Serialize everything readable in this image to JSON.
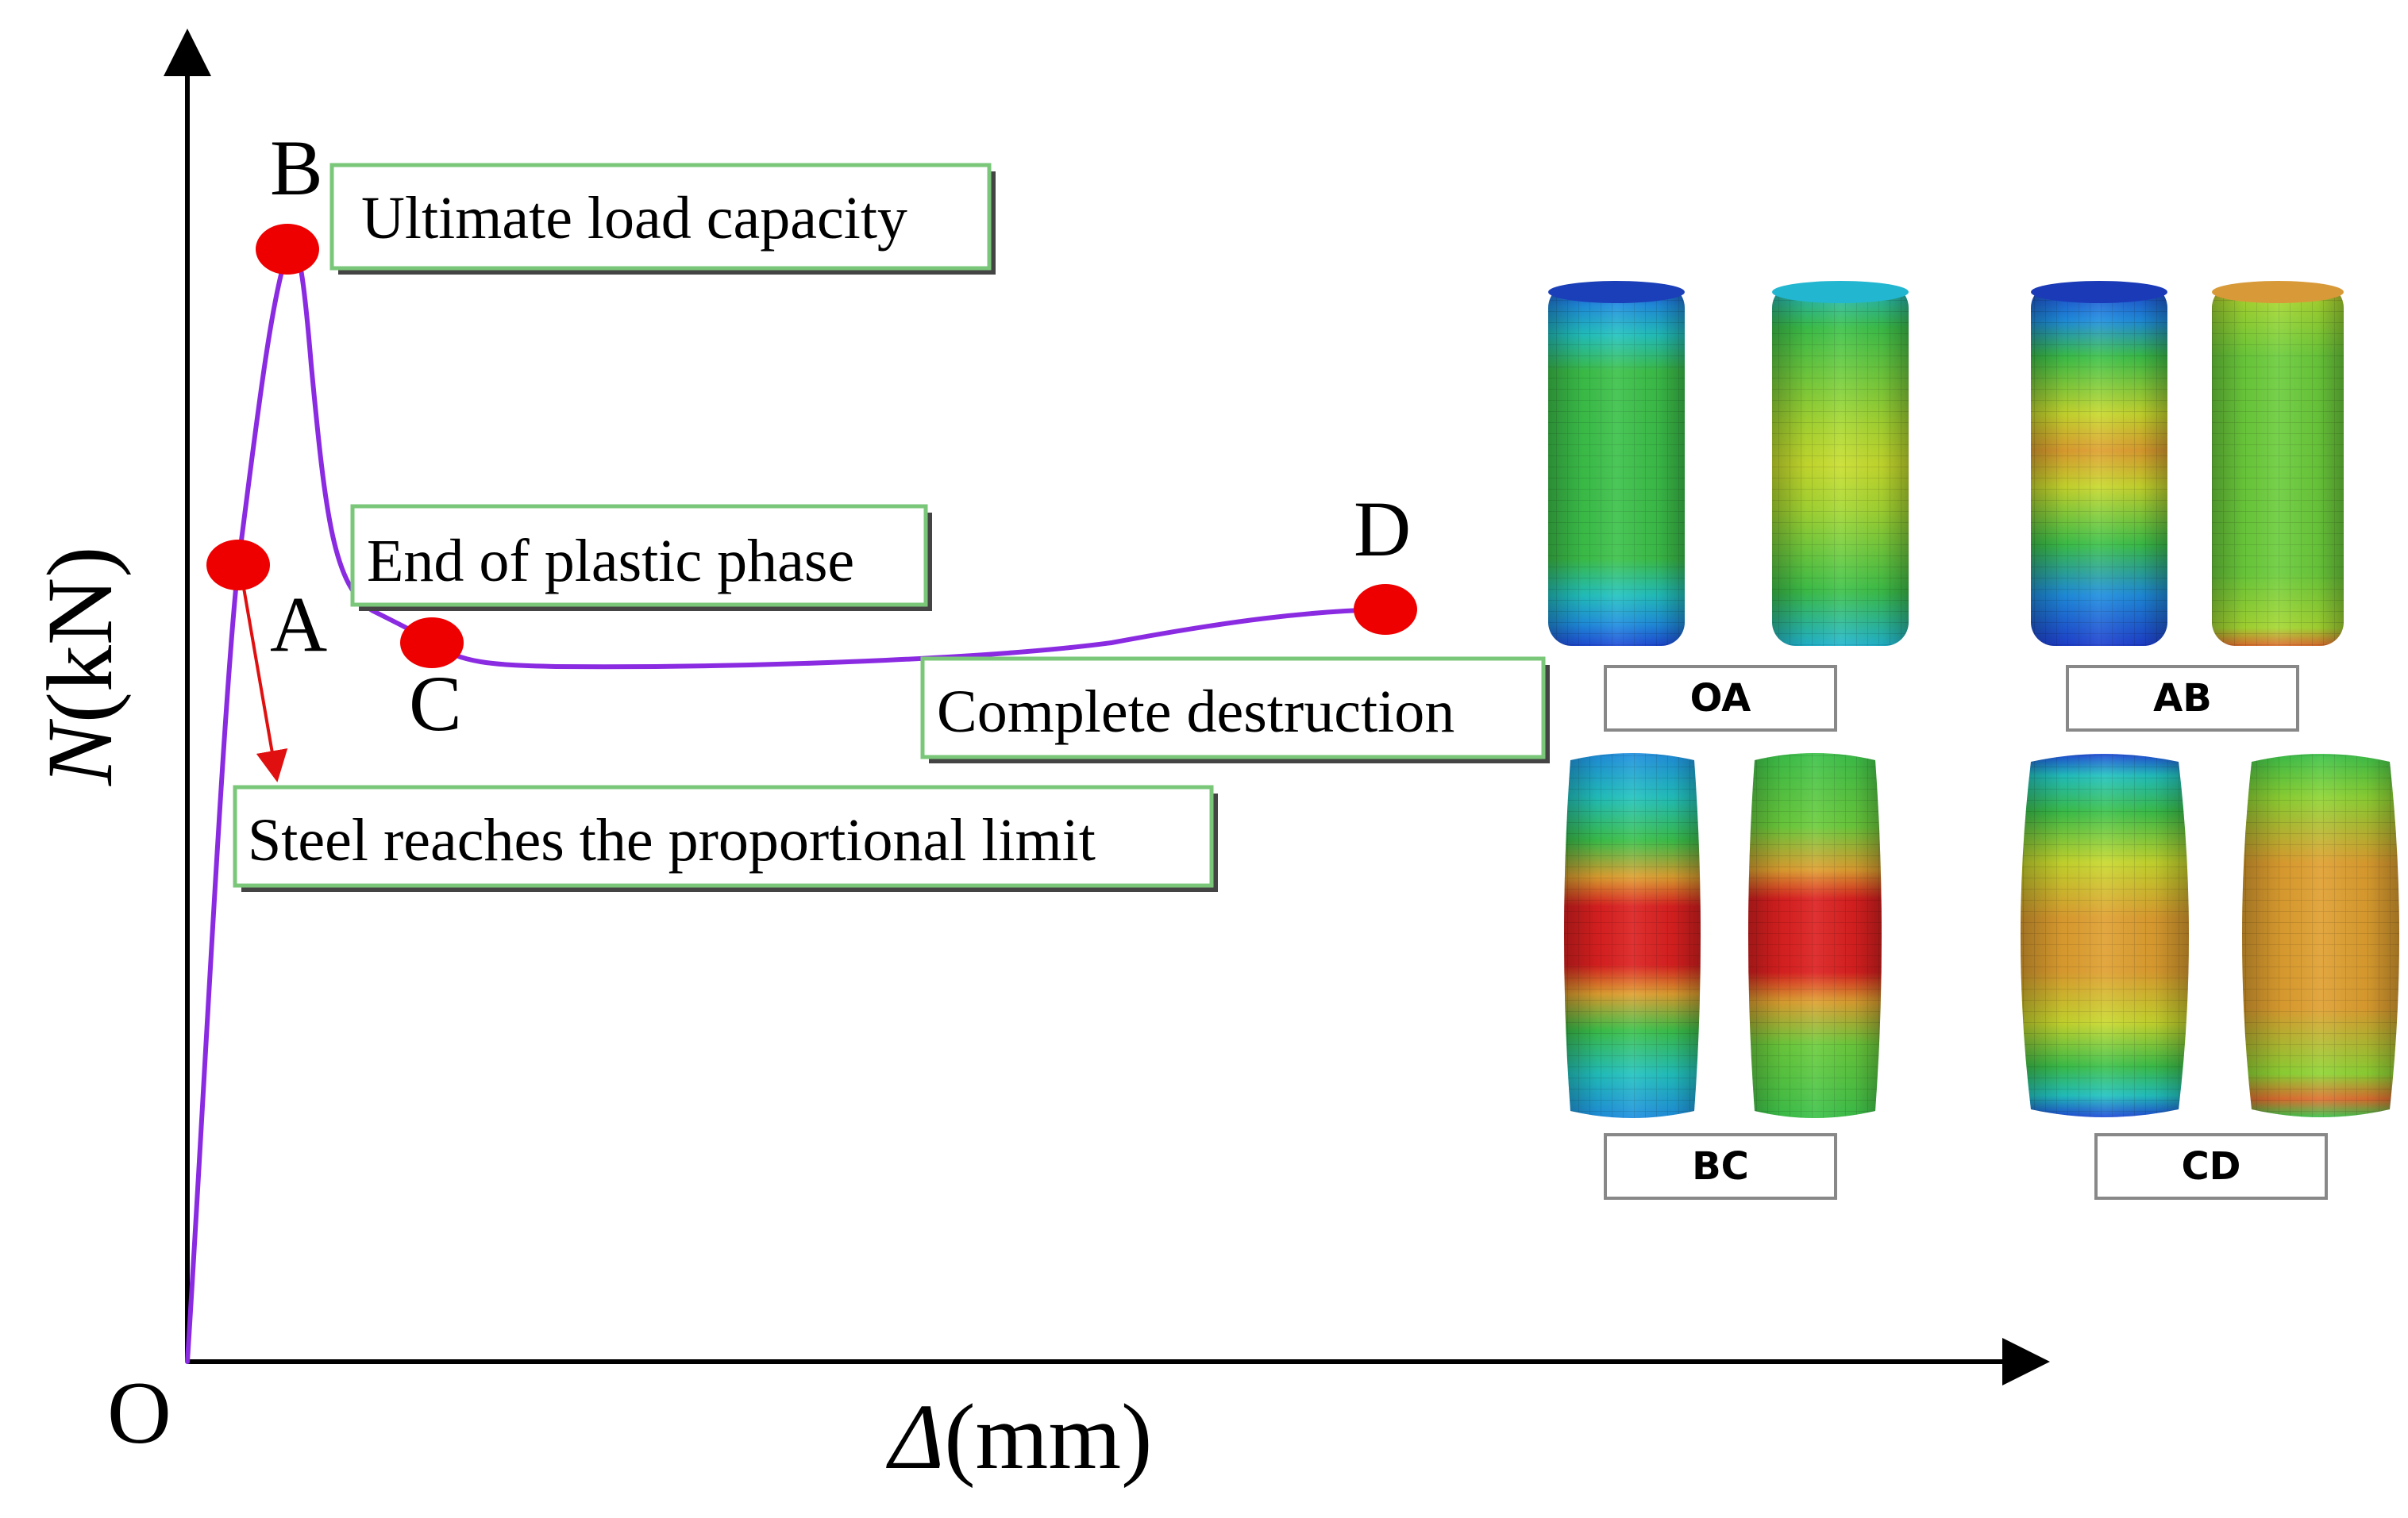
{
  "diagram": {
    "axes": {
      "x_label": "Δ(mm)",
      "y_label": "N(kN)",
      "origin_label": "O"
    },
    "points": {
      "A": "A",
      "B": "B",
      "C": "C",
      "D": "D"
    },
    "annotations": {
      "ultimate": "Ultimate load capacity",
      "plastic_end": "End of plastic phase",
      "destruction": "Complete destruction",
      "proportional": "Steel reaches the proportional limit"
    },
    "panels": [
      "OA",
      "AB",
      "BC",
      "CD"
    ],
    "colors": {
      "curve": "#8a2be2",
      "marker": "#ee0000",
      "arrow": "#e01010",
      "box_border": "#7ac77a",
      "box_shadow": "#444444"
    }
  }
}
